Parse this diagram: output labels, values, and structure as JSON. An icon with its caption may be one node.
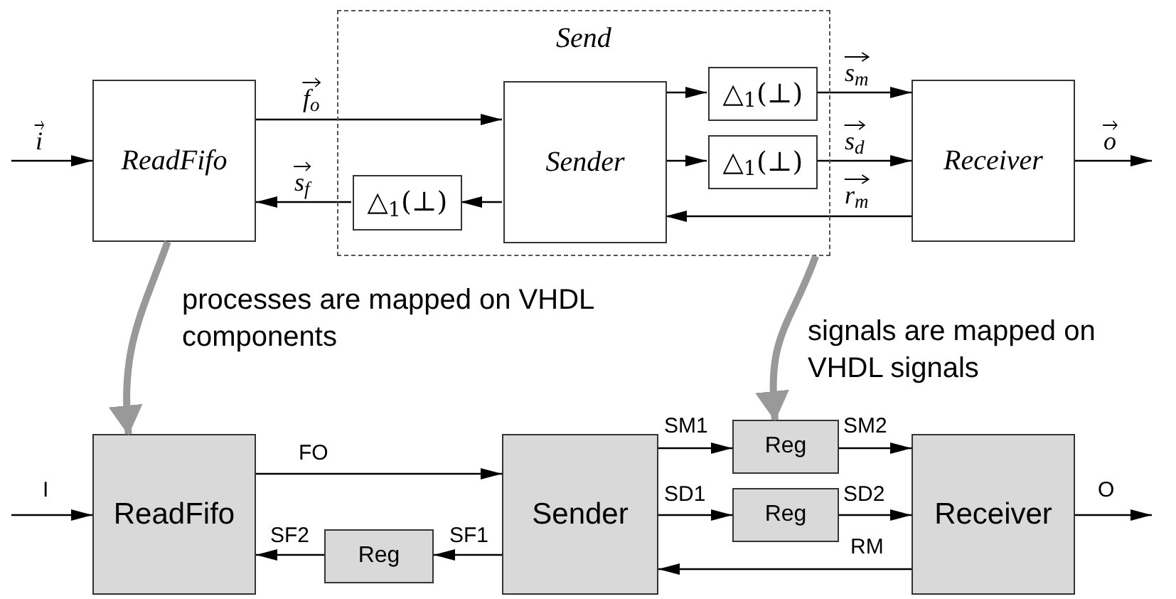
{
  "diagram": {
    "nodes": [
      {
        "text": [
          "Send"
        ]
      },
      {
        "text": [
          "ReadFifo"
        ]
      },
      {
        "text": [
          "Sender"
        ],
        "in": 0
      },
      {
        "text": [
          "△$_{1}$(⊥)"
        ],
        "in": 0
      },
      {
        "text": [
          "△$_{1}$(⊥)"
        ],
        "in": 0
      },
      {
        "text": [
          "△$_{1}$(⊥)"
        ],
        "in": 0
      },
      {
        "text": [
          "Receiver"
        ]
      },
      {
        "text": [
          "ReadFifo"
        ]
      },
      {
        "text": [
          "Sender"
        ]
      },
      {
        "text": [
          "Reg"
        ]
      },
      {
        "text": [
          "Reg"
        ]
      },
      {
        "text": [
          "Reg"
        ]
      },
      {
        "text": [
          "Receiver"
        ]
      }
    ],
    "edges": [
      {
        "from": null,
        "to": 1,
        "arrow": "to",
        "label": "i"
      },
      {
        "from": 1,
        "to": 2,
        "arrow": "to",
        "label": "f$_{o}$"
      },
      {
        "from": 2,
        "to": 3,
        "arrow": "to"
      },
      {
        "from": 3,
        "to": 1,
        "arrow": "to",
        "label": "s$_{f}$"
      },
      {
        "from": 2,
        "to": 4,
        "arrow": "to"
      },
      {
        "from": 4,
        "to": 6,
        "arrow": "to",
        "label": "s$_{m}$"
      },
      {
        "from": 2,
        "to": 5,
        "arrow": "to"
      },
      {
        "from": 5,
        "to": 6,
        "arrow": "to",
        "label": "s$_{d}$"
      },
      {
        "from": 6,
        "to": 2,
        "arrow": "to",
        "label": "r$_{m}$"
      },
      {
        "from": 6,
        "to": null,
        "arrow": "to",
        "label": "o"
      },
      {
        "from": null,
        "to": 7,
        "arrow": "to",
        "label": "I"
      },
      {
        "from": 7,
        "to": 8,
        "arrow": "to",
        "label": "FO"
      },
      {
        "from": 8,
        "to": 9,
        "arrow": "to",
        "label": "SF1"
      },
      {
        "from": 9,
        "to": 7,
        "arrow": "to",
        "label": "SF2"
      },
      {
        "from": 8,
        "to": 10,
        "arrow": "to",
        "label": "SM1"
      },
      {
        "from": 10,
        "to": 12,
        "arrow": "to",
        "label": "SM2"
      },
      {
        "from": 8,
        "to": 11,
        "arrow": "to",
        "label": "SD1"
      },
      {
        "from": 11,
        "to": 12,
        "arrow": "to",
        "label": "SD2"
      },
      {
        "from": 12,
        "to": 8,
        "arrow": "to",
        "label": "RM"
      },
      {
        "from": 12,
        "to": null,
        "arrow": "to",
        "label": "O"
      },
      {
        "from": 1,
        "to": 7,
        "arrow": "to",
        "label": "processes are mapped on VHDL components",
        "style": "thick",
        "color": "#999999"
      },
      {
        "from": 0,
        "to": 10,
        "arrow": "to",
        "label": "signals are mapped on VHDL signals",
        "style": "thick",
        "color": "#999999"
      }
    ]
  }
}
